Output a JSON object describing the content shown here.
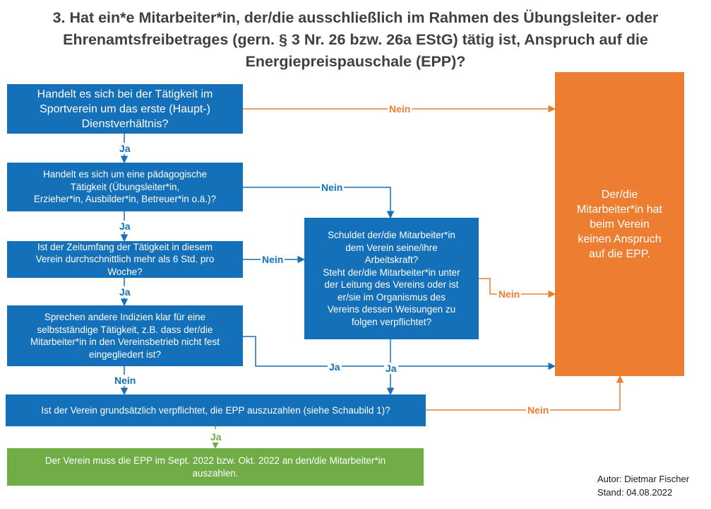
{
  "title": "3. Hat ein*e Mitarbeiter*in, der/die ausschließlich im Rahmen des Übungsleiter- oder\nEhrenamtsfreibetrages (gern. § 3 Nr. 26 bzw. 26a EStG) tätig ist, Anspruch auf die\nEnergiepreispauschale (EPP)?",
  "boxes": {
    "q1": "Handelt es sich bei der Tätigkeit im\nSportverein um das erste (Haupt-)\nDienstverhältnis?",
    "q2": "Handelt es sich um eine  pädagogische\nTätigkeit (Übungsleiter*in,\nErzieher*in,  Ausbilder*in, Betreuer*in o.ä.)?",
    "q3": "Ist der Zeitumfang der Tätigkeit in diesem\nVerein durchschnittlich  mehr als 6 Std. pro\nWoche?",
    "q4": "Sprechen andere Indizien klar für eine\nselbstständige Tätigkeit, z.B. dass der/die\nMitarbeiter*in in den Vereinsbetrieb nicht fest\neingegliedert ist?",
    "q5": "Schuldet  der/die Mitarbeiter*in\ndem Verein seine/ihre\nArbeitskraft?\nSteht der/die Mitarbeiter*in unter\nder Leitung des Vereins oder ist\ner/sie im Organismus des\nVereins dessen Weisungen zu\nfolgen verpflichtet?",
    "q6": "Ist der Verein grundsätzlich verpflichtet, die EPP auszuzahlen (siehe Schaubild 1)?",
    "no_claim": "Der/die\nMitarbeiter*in hat\nbeim Verein\nkeinen Anspruch\nauf die EPP.",
    "result": "Der Verein muss die EPP im Sept. 2022 bzw. Okt. 2022 an den/die Mitarbeiter*in\nauszahlen."
  },
  "labels": {
    "q1_nein": "Nein",
    "q1_ja": "Ja",
    "q2_nein": "Nein",
    "q2_ja": "Ja",
    "q3_nein": "Nein",
    "q3_ja": "Ja",
    "q4_ja": "Ja",
    "q4_nein": "Nein",
    "q5_nein": "Nein",
    "q5_ja": "Ja",
    "q6_nein": "Nein",
    "q6_ja": "Ja"
  },
  "colors": {
    "blue": "#1470b8",
    "orange": "#ed7d31",
    "green": "#70ad47"
  },
  "footer": {
    "author": "Autor: Dietmar Fischer",
    "date": "Stand: 04.08.2022"
  }
}
